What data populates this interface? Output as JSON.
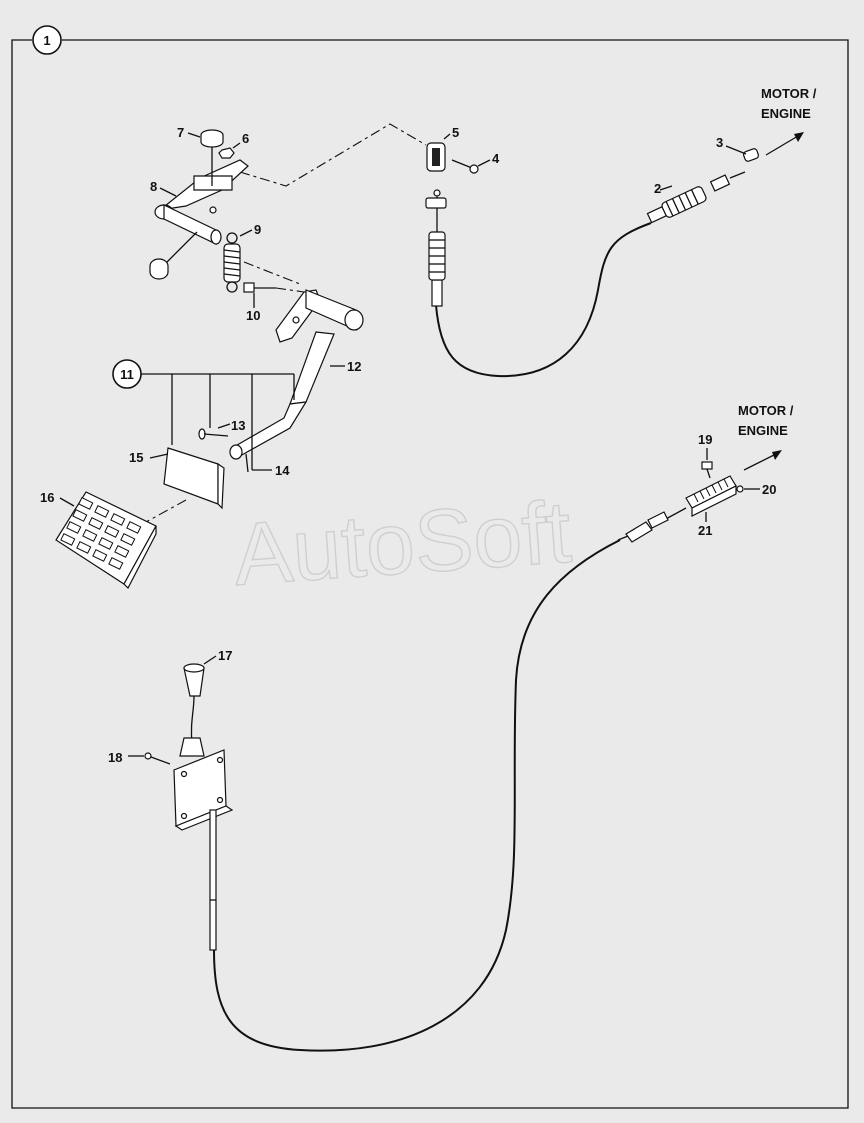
{
  "figure": {
    "index_label": "1",
    "watermark": "AutoSoft",
    "destinations": [
      {
        "line1": "MOTOR /",
        "line2": "ENGINE"
      },
      {
        "line1": "MOTOR /",
        "line2": "ENGINE"
      }
    ],
    "callouts": [
      "2",
      "3",
      "4",
      "5",
      "6",
      "7",
      "8",
      "9",
      "10",
      "11",
      "12",
      "13",
      "14",
      "15",
      "16",
      "17",
      "18",
      "19",
      "20",
      "21"
    ]
  }
}
